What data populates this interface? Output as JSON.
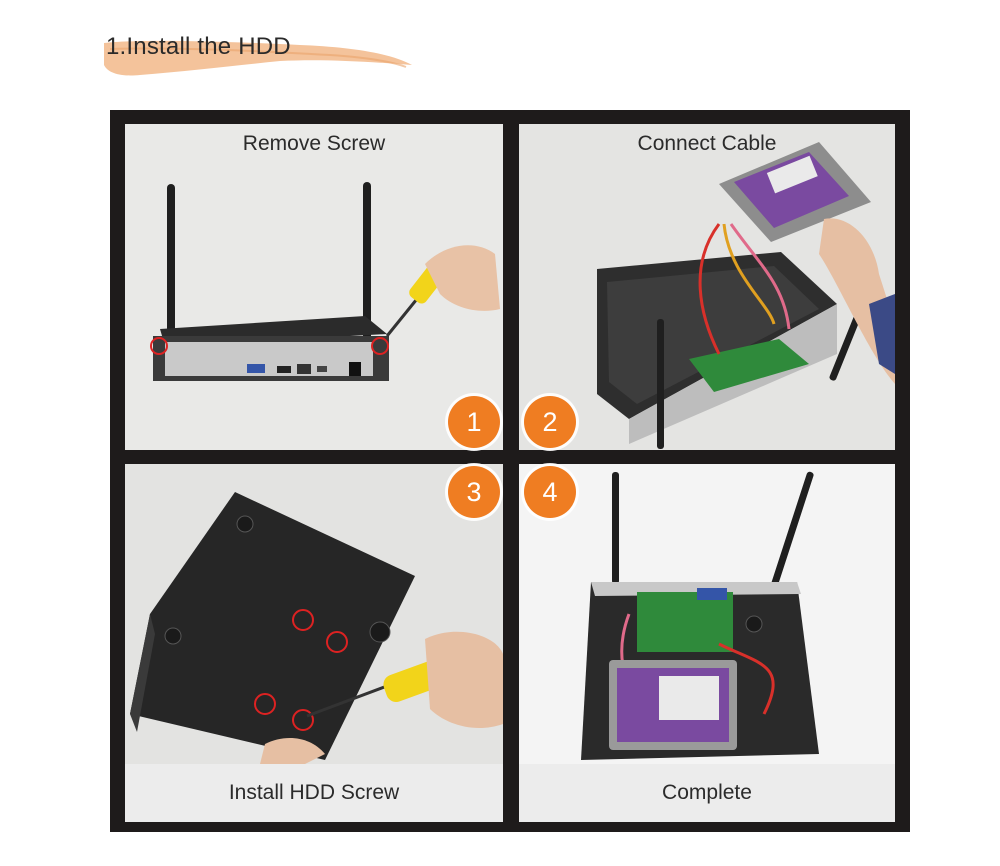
{
  "section": {
    "title": "1.Install the HDD"
  },
  "steps": [
    {
      "number": "1",
      "caption": "Remove Screw"
    },
    {
      "number": "2",
      "caption": "Connect Cable"
    },
    {
      "number": "3",
      "caption": "Install HDD Screw"
    },
    {
      "number": "4",
      "caption": "Complete"
    }
  ],
  "colors": {
    "accent": "#ef7d22",
    "frame": "#1e1b1b",
    "brush": "#f2b98a"
  }
}
